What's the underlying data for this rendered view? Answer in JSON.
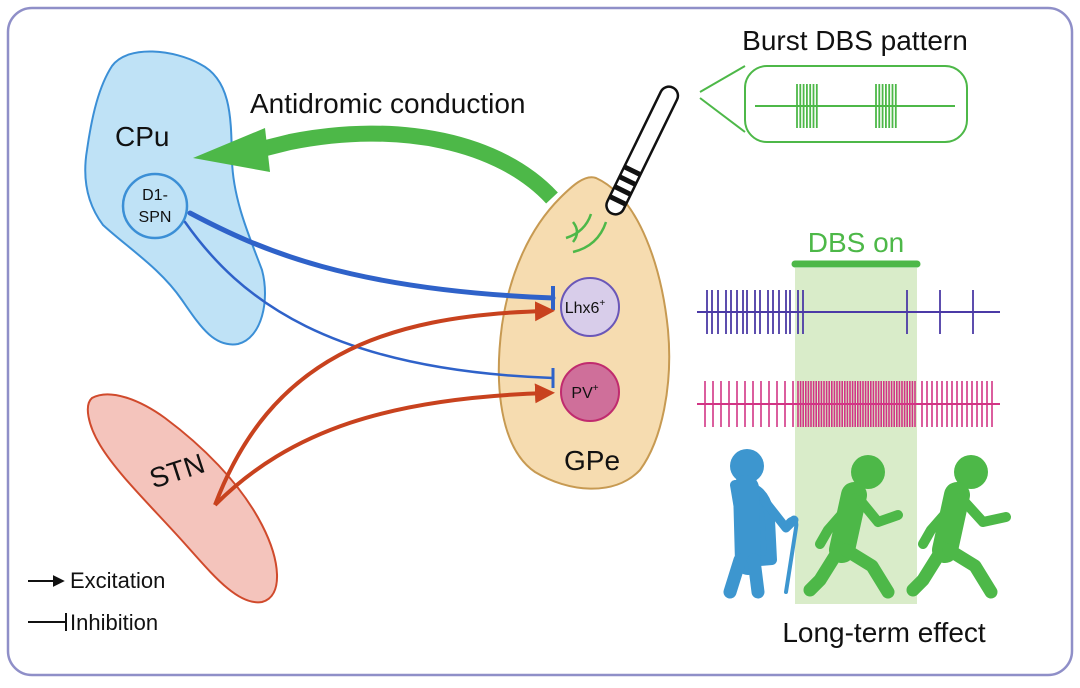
{
  "regions": {
    "cpu": "CPu",
    "stn": "STN",
    "gpe": "GPe"
  },
  "cells": {
    "d1_line1": "D1-",
    "d1_line2": "SPN",
    "lhx6": "Lhx6",
    "lhx6_sup": "+",
    "pv": "PV",
    "pv_sup": "+"
  },
  "labels": {
    "antidromic": "Antidromic conduction",
    "burst_title": "Burst DBS pattern",
    "dbs_on": "DBS on",
    "long_term": "Long-term effect"
  },
  "legend": {
    "excitation": "Excitation",
    "inhibition": "Inhibition"
  },
  "colors": {
    "frame": "#8f8fc8",
    "cpu_fill": "#bfe2f6",
    "cpu_stroke": "#3b8fd6",
    "stn_fill": "#f4c4bc",
    "stn_stroke": "#d04a2c",
    "gpe_fill": "#f6dcb0",
    "gpe_stroke": "#c79a52",
    "inhibitory": "#2f62c9",
    "excitatory": "#c8421e",
    "green": "#4db848",
    "green_light": "#d9ecc9",
    "lhx6_fill": "#d8cdea",
    "lhx6_stroke": "#6a57b8",
    "pv_fill": "#cf6f9a",
    "pv_stroke": "#c02b6e",
    "lhx6_trace": "#4b3aa6",
    "pv_trace": "#d23585",
    "patient": "#3d96cf"
  },
  "icons": [
    "electrode-icon",
    "patient-with-cane-icon",
    "walking-person-icon"
  ]
}
